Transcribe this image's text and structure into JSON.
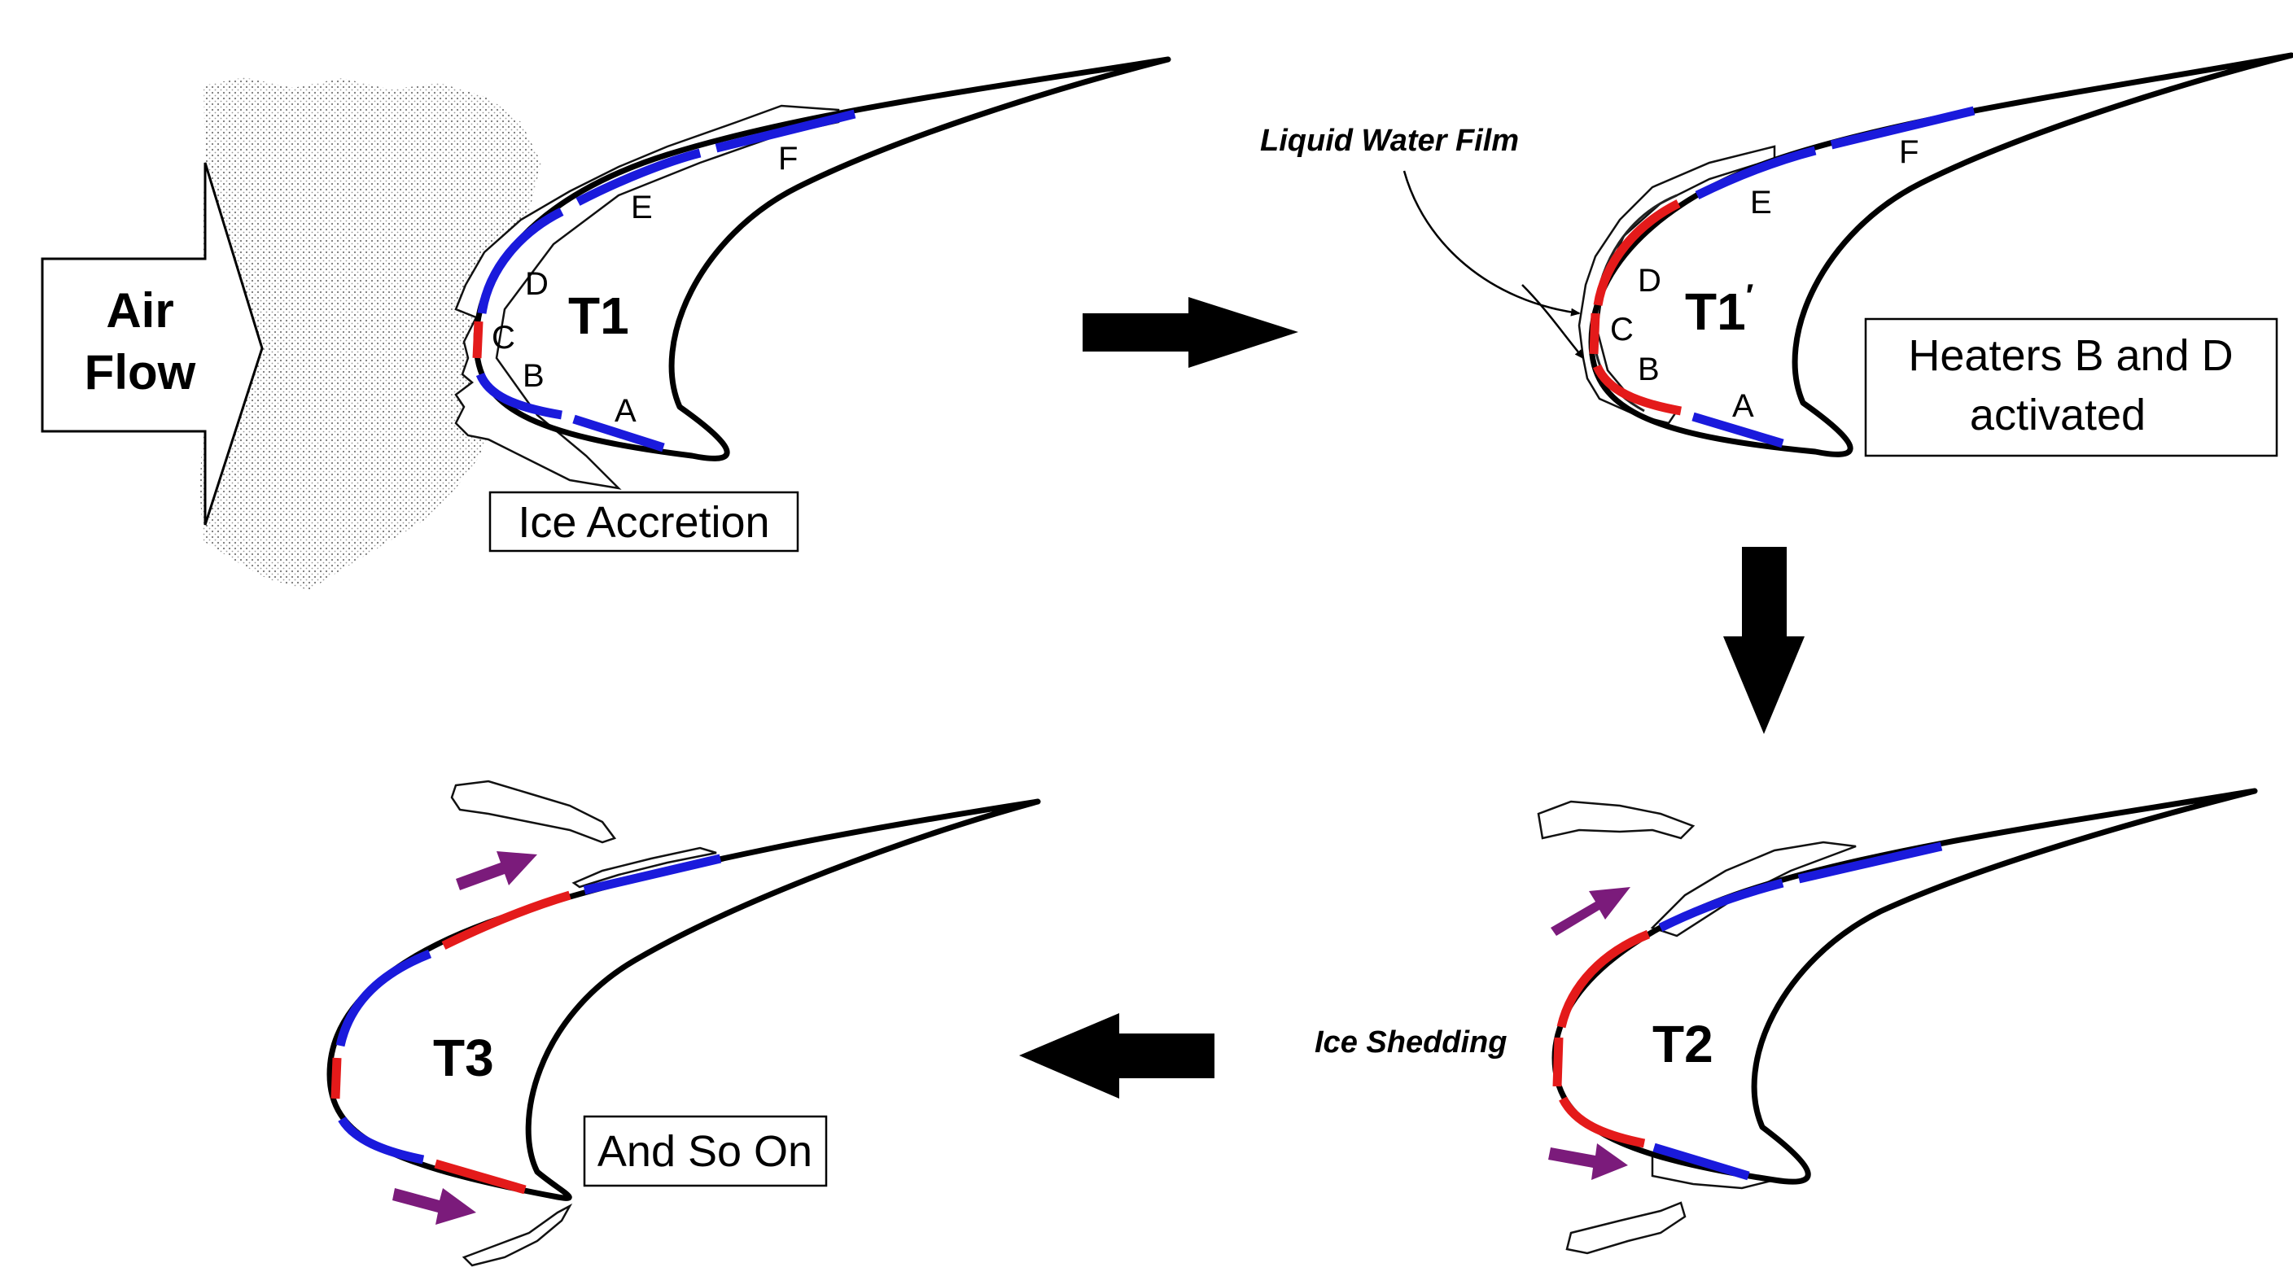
{
  "air_flow": {
    "line1": "Air",
    "line2": "Flow"
  },
  "panels": {
    "t1": {
      "title": "T1",
      "box_label": "Ice Accretion",
      "segments": {
        "a": "A",
        "b": "B",
        "c": "C",
        "d": "D",
        "e": "E",
        "f": "F"
      }
    },
    "t1p": {
      "title": "T1",
      "prime": "′",
      "note": "Liquid Water Film",
      "box_line1": "Heaters B and D",
      "box_line2": "activated",
      "segments": {
        "a": "A",
        "b": "B",
        "c": "C",
        "d": "D",
        "e": "E",
        "f": "F"
      }
    },
    "t2": {
      "title": "T2",
      "note": "Ice Shedding"
    },
    "t3": {
      "title": "T3",
      "box_label": "And So On"
    }
  },
  "colors": {
    "heater_off": "#1a1adc",
    "heater_on": "#e41a1a",
    "shed_arrow": "#7b1b7b",
    "outline": "#000000"
  }
}
